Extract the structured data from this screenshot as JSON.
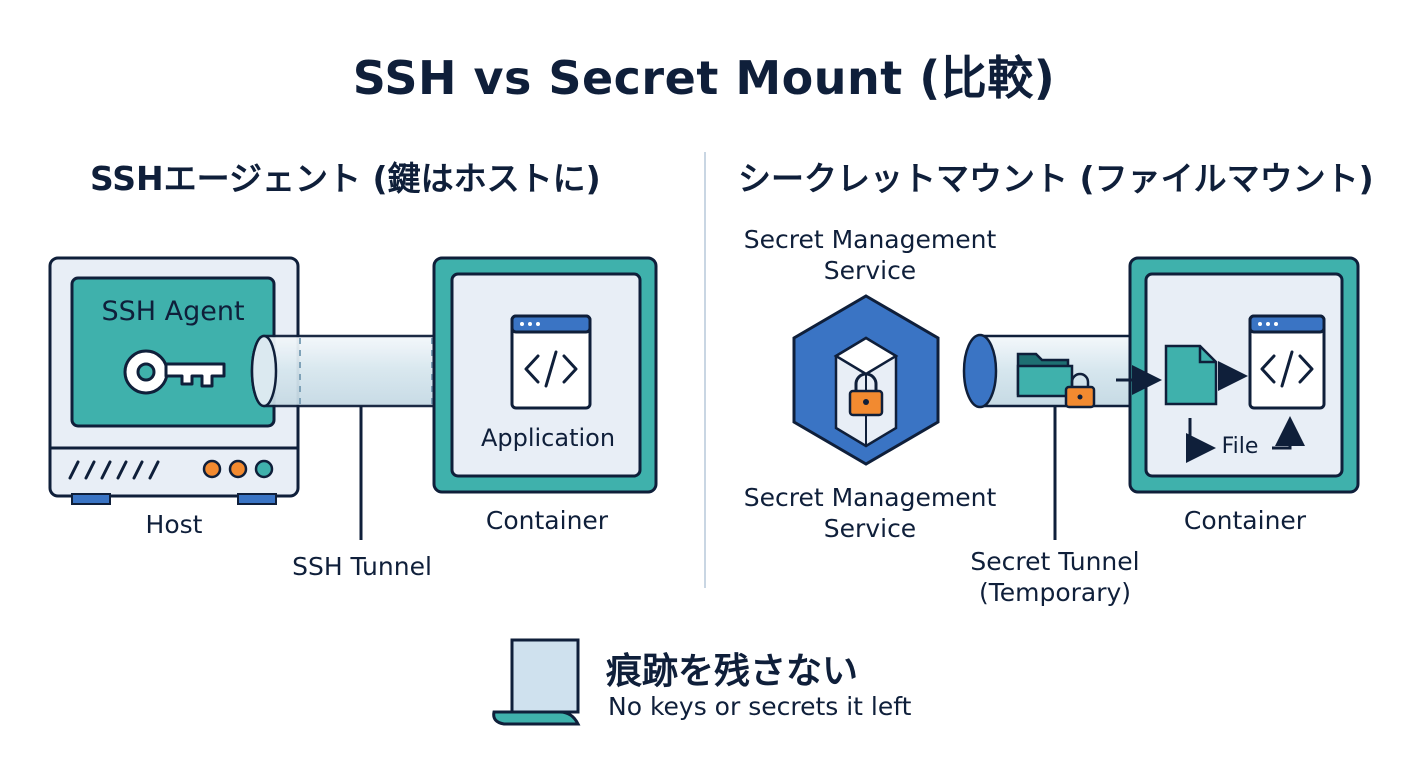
{
  "title": "SSH vs Secret Mount (比較)",
  "left": {
    "heading": "SSHエージェント (鍵はホストに)",
    "agent_label": "SSH Agent",
    "host_label": "Host",
    "tunnel_label": "SSH Tunnel",
    "app_label": "Application",
    "container_label": "Container"
  },
  "right": {
    "heading": "シークレットマウント (ファイルマウント)",
    "service_label_top": "Secret Management\nService",
    "service_label_bottom": "Secret Management\nService",
    "tunnel_label": "Secret Tunnel\n(Temporary)",
    "file_label": "File",
    "container_label": "Container"
  },
  "footer": {
    "title": "痕跡を残さない",
    "subtitle": "No keys or secrets it left"
  },
  "colors": {
    "navy": "#0f1f3a",
    "teal": "#3fb1ac",
    "teal_dark": "#1e6f72",
    "blue": "#3a74c4",
    "light_panel": "#e8eef6",
    "orange": "#f28a30"
  }
}
